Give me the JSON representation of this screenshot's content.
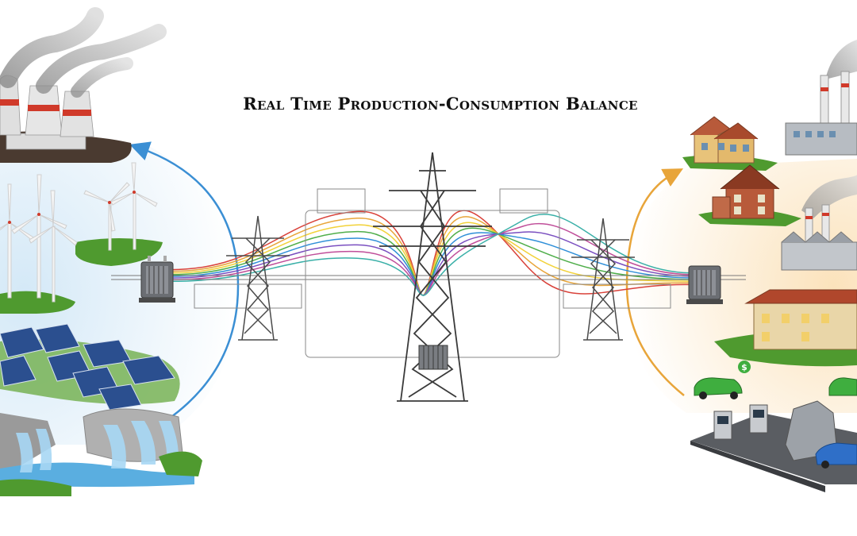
{
  "title": "Real Time Production-Consumption Balance",
  "colors": {
    "production_glow": "#cfe6f6",
    "consumption_glow": "#fbe1b8",
    "production_arrow": "#3b8fd4",
    "consumption_arrow": "#e8a53a",
    "tower": "#4a4a4a",
    "grass": "#4f9a2f",
    "water": "#5aaee0",
    "solar_panel": "#2b4f8f",
    "brick": "#b85a3a",
    "car": "#3fae3f"
  },
  "flow_line_colors": [
    "#d9423a",
    "#e8a53a",
    "#f2d23a",
    "#4fae4a",
    "#2f8fd8",
    "#7a4fc0",
    "#c04f9a",
    "#3ab0a8"
  ],
  "production": {
    "label": "production-sources",
    "sources": [
      {
        "icon": "power-plant-icon"
      },
      {
        "icon": "wind-turbine-icon"
      },
      {
        "icon": "solar-panel-icon"
      },
      {
        "icon": "hydro-dam-icon"
      }
    ]
  },
  "consumption": {
    "label": "consumption-loads",
    "loads": [
      {
        "icon": "house-icon"
      },
      {
        "icon": "factory-icon"
      },
      {
        "icon": "ev-charging-icon"
      }
    ]
  },
  "grid": {
    "icons": [
      "transmission-tower-icon",
      "transformer-icon",
      "dollar-icon"
    ]
  }
}
